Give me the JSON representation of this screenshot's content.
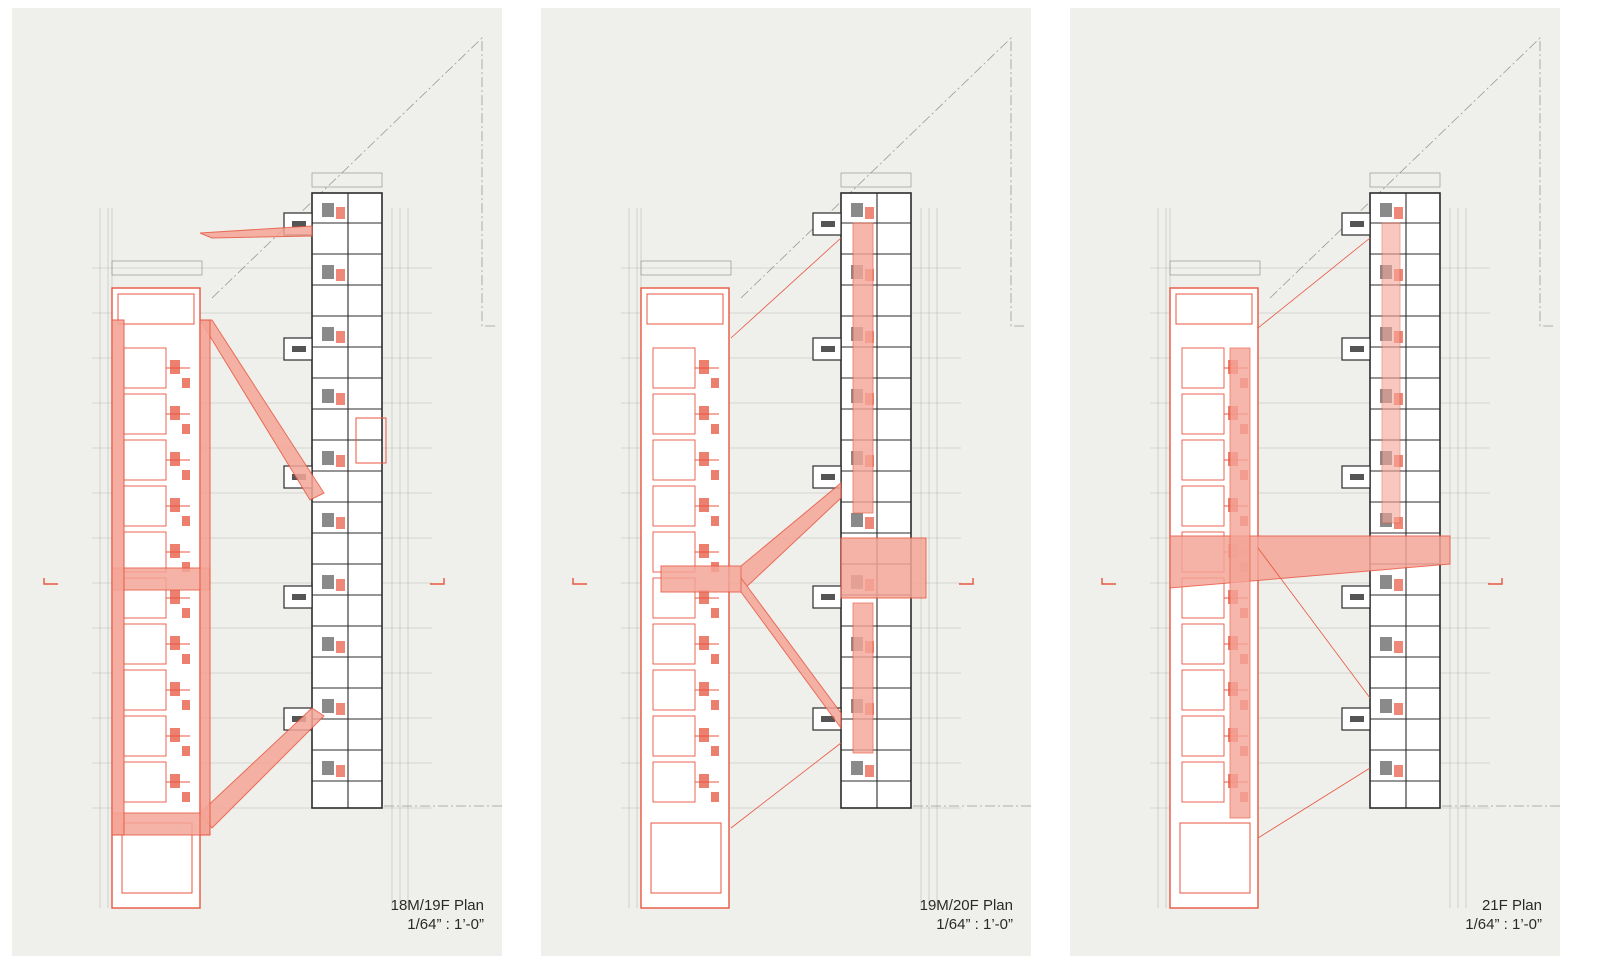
{
  "colors": {
    "background": "#eff0ec",
    "accent": "#e8553f",
    "accent_fill": "#f4a597",
    "linework": "#2b2b2b",
    "caption": "#2a2a2a"
  },
  "sheets": [
    {
      "title": "18M/19F Plan",
      "scale": "1/64” : 1’-0”",
      "bridge_level": "high"
    },
    {
      "title": "19M/20F Plan",
      "scale": "1/64” : 1’-0”",
      "bridge_level": "middle"
    },
    {
      "title": "21F Plan",
      "scale": "1/64” : 1’-0”",
      "bridge_level": "straight"
    }
  ]
}
